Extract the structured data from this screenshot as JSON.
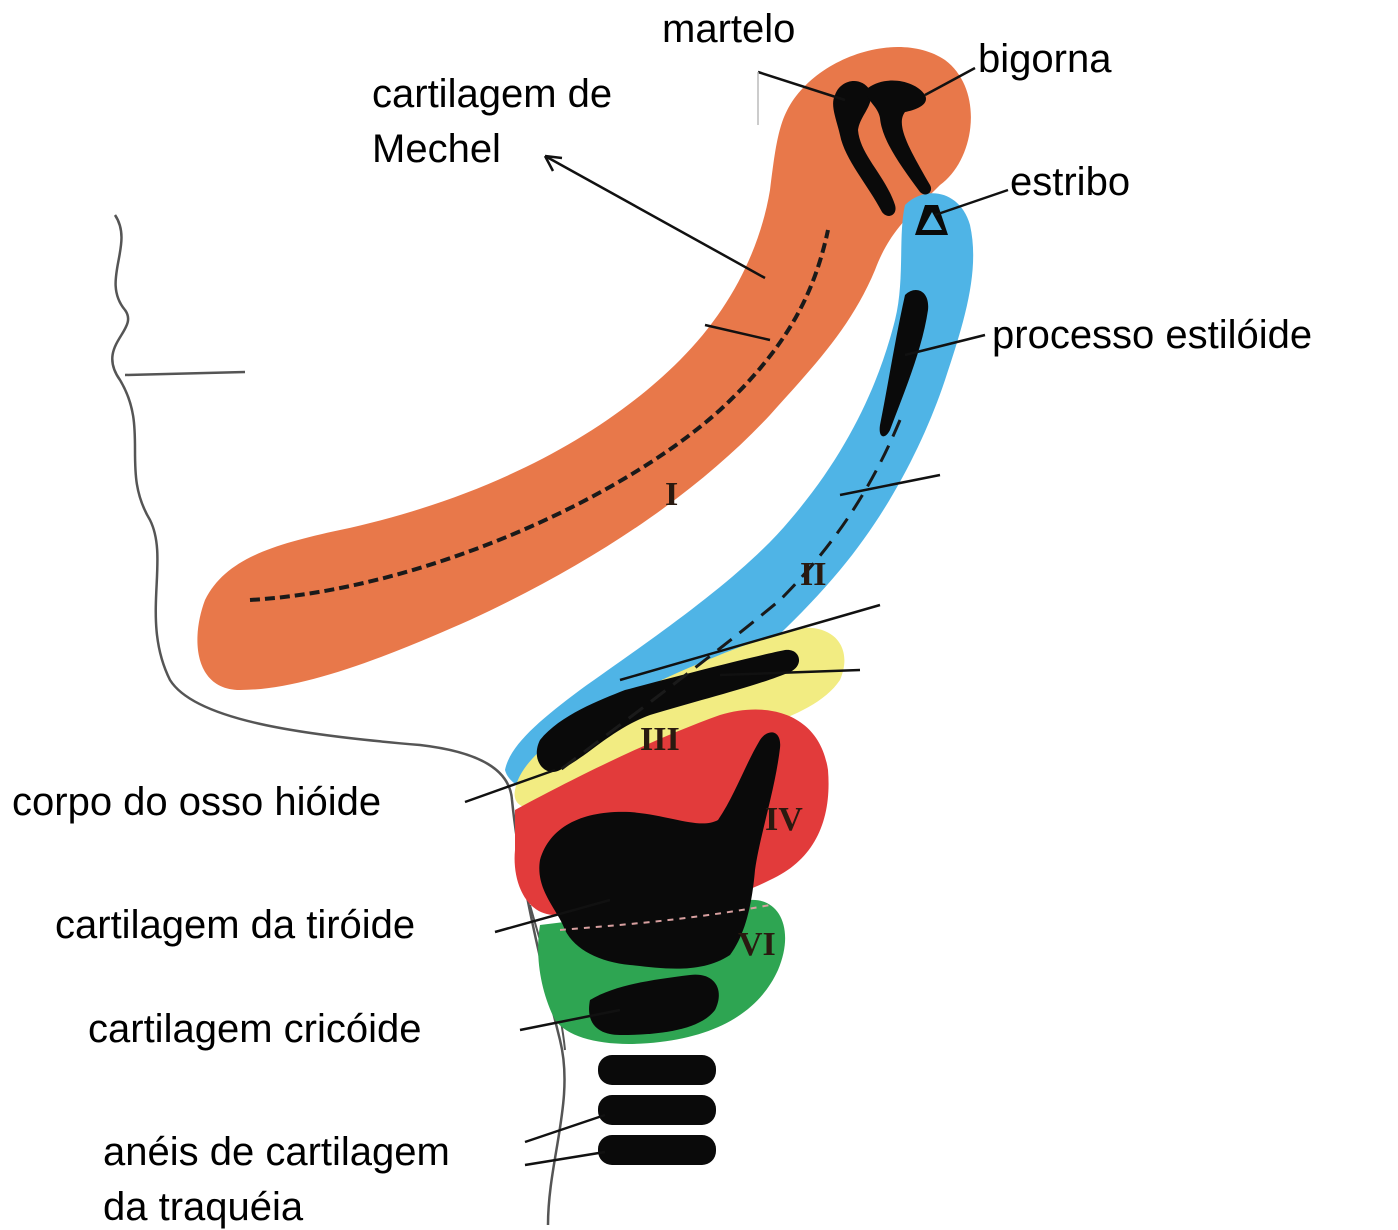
{
  "labels": {
    "martelo": "martelo",
    "bigorna": "bigorna",
    "mechel_line1": "cartilagem de",
    "mechel_line2": "Mechel",
    "estribo": "estribo",
    "estiloide": "processo estilóide",
    "hioide": "corpo do osso hióide",
    "tiroide": "cartilagem da tiróide",
    "cricoide": "cartilagem cricóide",
    "aneis_line1": "anéis de cartilagem",
    "aneis_line2": "da traquéia"
  },
  "arch_numerals": {
    "i": "I",
    "ii": "II",
    "iii": "III",
    "iv": "IV",
    "vi": "VI"
  },
  "colors": {
    "arch_1": "#e8784a",
    "arch_2": "#4fb4e6",
    "arch_3": "#f2ec82",
    "arch_4": "#e23b3b",
    "arch_6": "#2ea552",
    "cartilage": "#0a0a0a",
    "outline": "#555555"
  }
}
